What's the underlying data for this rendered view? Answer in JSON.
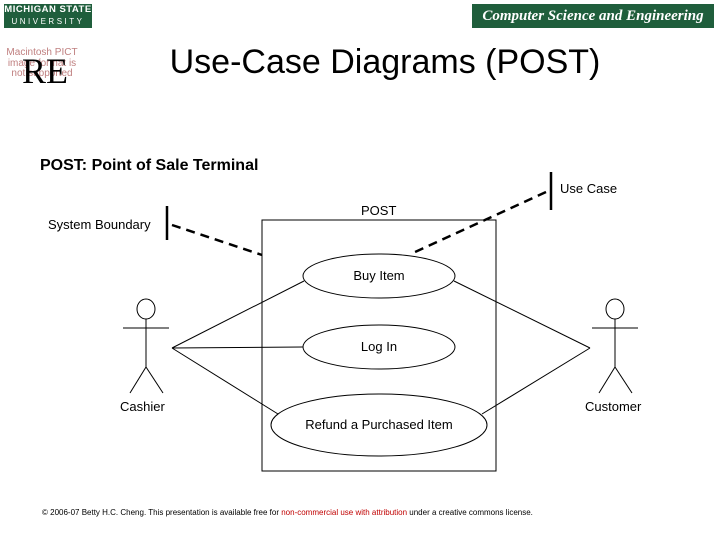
{
  "header": {
    "msu_logo_line1": "MICHIGAN STATE",
    "msu_logo_line2": "UNIVERSITY",
    "cse_banner": "Computer Science and Engineering",
    "pict_placeholder": "Macintosh PICT image format is not supported",
    "re_mark": "RE"
  },
  "title": "Use-Case Diagrams (POST)",
  "subtitle": "POST: Point of Sale Terminal",
  "diagram": {
    "system_boundary_label": "System Boundary",
    "use_case_label": "Use Case",
    "system_name": "POST",
    "actors": [
      {
        "name": "Cashier"
      },
      {
        "name": "Customer"
      }
    ],
    "use_cases": [
      {
        "name": "Buy Item"
      },
      {
        "name": "Log In"
      },
      {
        "name": "Refund a Purchased Item"
      }
    ],
    "associations": [
      {
        "actor": "Cashier",
        "use_case": "Buy Item"
      },
      {
        "actor": "Cashier",
        "use_case": "Log In"
      },
      {
        "actor": "Cashier",
        "use_case": "Refund a Purchased Item"
      },
      {
        "actor": "Customer",
        "use_case": "Buy Item"
      },
      {
        "actor": "Customer",
        "use_case": "Refund a Purchased Item"
      }
    ]
  },
  "footer": {
    "text_a": "© 2006-07  Betty H.C. Cheng. This presentation is available free for ",
    "text_b": "non-commercial use with attribution",
    "text_c": " under a creative commons license."
  }
}
